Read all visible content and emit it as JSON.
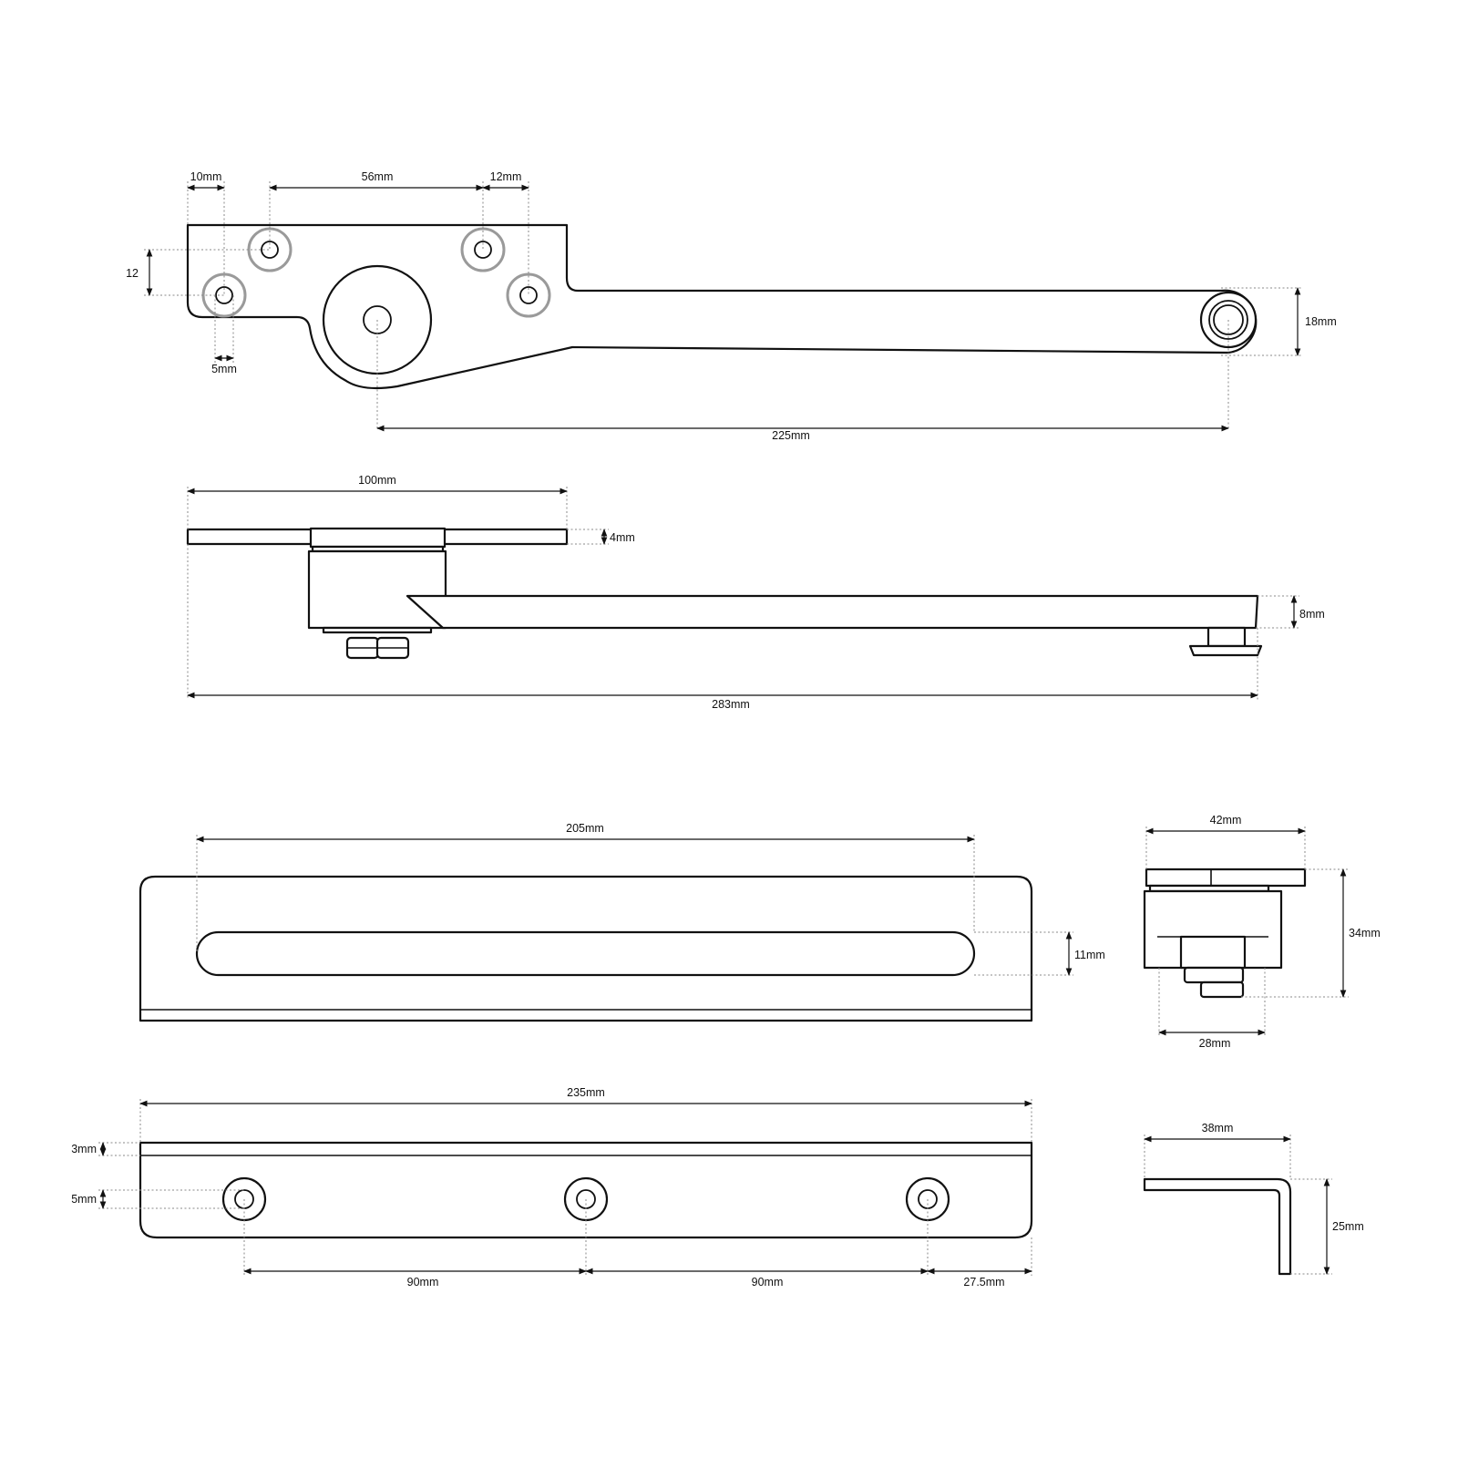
{
  "colors": {
    "stroke": "#111111",
    "ring": "#9a9a9a",
    "background": "#ffffff"
  },
  "dimensions": {
    "arm_plan": {
      "hole_edge": "10mm",
      "hole_spacing": "56mm",
      "hole_right": "12mm",
      "hole_offset": "12",
      "hole_dia": "5mm",
      "arm_width": "18mm",
      "arm_length": "225mm"
    },
    "arm_side": {
      "plate_length": "100mm",
      "plate_thickness": "4mm",
      "arm_thickness": "8mm",
      "overall_length": "283mm"
    },
    "track_plan": {
      "slot_length": "205mm",
      "slot_width": "11mm"
    },
    "track_end": {
      "top_width": "42mm",
      "height": "34mm",
      "body_width": "28mm"
    },
    "bracket_front": {
      "length": "235mm",
      "edge": "3mm",
      "hole_dia": "5mm",
      "spacing_1": "90mm",
      "spacing_2": "90mm",
      "end_offset": "27.5mm"
    },
    "bracket_profile": {
      "width": "38mm",
      "height": "25mm"
    }
  }
}
